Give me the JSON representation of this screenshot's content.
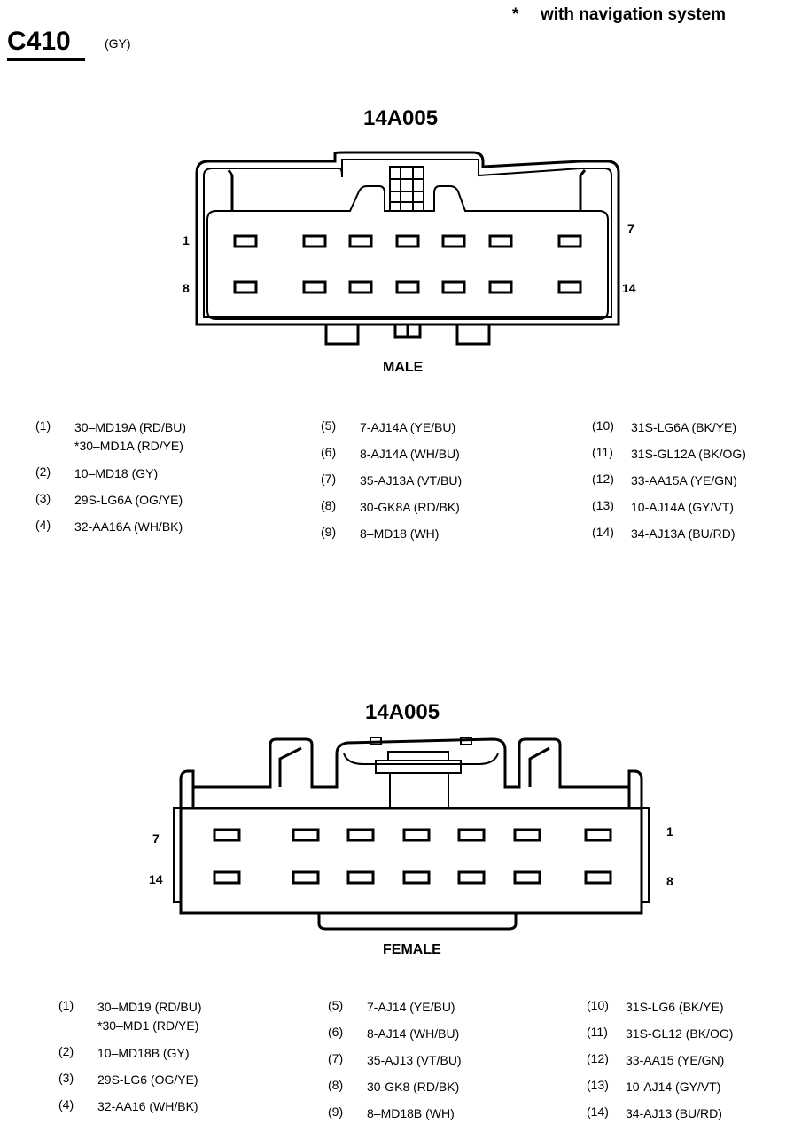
{
  "note": {
    "marker": "*",
    "text": "with navigation system"
  },
  "connector": {
    "id": "C410",
    "color": "(GY)"
  },
  "male": {
    "title": "14A005",
    "label": "MALE",
    "pin_labels": {
      "top_left": "1",
      "top_right": "7",
      "bottom_left": "8",
      "bottom_right": "14"
    },
    "columns": [
      [
        {
          "pin": "(1)",
          "lines": [
            "30–MD19A (RD/BU)",
            "*30–MD1A (RD/YE)"
          ]
        },
        {
          "pin": "(2)",
          "lines": [
            "10–MD18 (GY)"
          ]
        },
        {
          "pin": "(3)",
          "lines": [
            "29S-LG6A (OG/YE)"
          ]
        },
        {
          "pin": "(4)",
          "lines": [
            "32-AA16A (WH/BK)"
          ]
        }
      ],
      [
        {
          "pin": "(5)",
          "lines": [
            "7-AJ14A (YE/BU)"
          ]
        },
        {
          "pin": "(6)",
          "lines": [
            "8-AJ14A (WH/BU)"
          ]
        },
        {
          "pin": "(7)",
          "lines": [
            "35-AJ13A (VT/BU)"
          ]
        },
        {
          "pin": "(8)",
          "lines": [
            "30-GK8A (RD/BK)"
          ]
        },
        {
          "pin": "(9)",
          "lines": [
            "8–MD18 (WH)"
          ]
        }
      ],
      [
        {
          "pin": "(10)",
          "lines": [
            "31S-LG6A (BK/YE)"
          ]
        },
        {
          "pin": "(11)",
          "lines": [
            "31S-GL12A (BK/OG)"
          ]
        },
        {
          "pin": "(12)",
          "lines": [
            "33-AA15A (YE/GN)"
          ]
        },
        {
          "pin": "(13)",
          "lines": [
            "10-AJ14A (GY/VT)"
          ]
        },
        {
          "pin": "(14)",
          "lines": [
            "34-AJ13A (BU/RD)"
          ]
        }
      ]
    ]
  },
  "female": {
    "title": "14A005",
    "label": "FEMALE",
    "pin_labels": {
      "top_left": "7",
      "top_right": "1",
      "bottom_left": "14",
      "bottom_right": "8"
    },
    "columns": [
      [
        {
          "pin": "(1)",
          "lines": [
            "30–MD19 (RD/BU)",
            "*30–MD1 (RD/YE)"
          ]
        },
        {
          "pin": "(2)",
          "lines": [
            "10–MD18B (GY)"
          ]
        },
        {
          "pin": "(3)",
          "lines": [
            "29S-LG6 (OG/YE)"
          ]
        },
        {
          "pin": "(4)",
          "lines": [
            "32-AA16 (WH/BK)"
          ]
        }
      ],
      [
        {
          "pin": "(5)",
          "lines": [
            "7-AJ14 (YE/BU)"
          ]
        },
        {
          "pin": "(6)",
          "lines": [
            "8-AJ14 (WH/BU)"
          ]
        },
        {
          "pin": "(7)",
          "lines": [
            "35-AJ13 (VT/BU)"
          ]
        },
        {
          "pin": "(8)",
          "lines": [
            "30-GK8 (RD/BK)"
          ]
        },
        {
          "pin": "(9)",
          "lines": [
            "8–MD18B (WH)"
          ]
        }
      ],
      [
        {
          "pin": "(10)",
          "lines": [
            "31S-LG6 (BK/YE)"
          ]
        },
        {
          "pin": "(11)",
          "lines": [
            "31S-GL12 (BK/OG)"
          ]
        },
        {
          "pin": "(12)",
          "lines": [
            "33-AA15 (YE/GN)"
          ]
        },
        {
          "pin": "(13)",
          "lines": [
            "10-AJ14 (GY/VT)"
          ]
        },
        {
          "pin": "(14)",
          "lines": [
            "34-AJ13 (BU/RD)"
          ]
        }
      ]
    ]
  }
}
